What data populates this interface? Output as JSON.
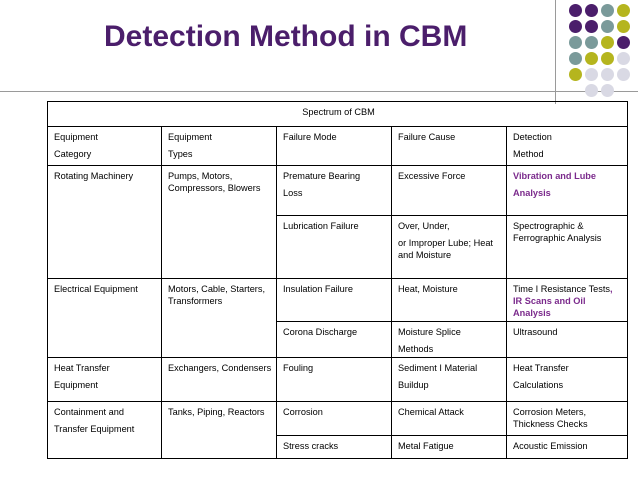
{
  "title": "Detection Method in CBM",
  "colors": {
    "title": "#4b1e6b",
    "accent": "#7b2a8c",
    "dot_purple": "#4b1e6b",
    "dot_gray": "#7a9a9a",
    "dot_olive": "#b5b51e",
    "dot_light": "#d9d9e4"
  },
  "table": {
    "caption": "Spectrum of CBM",
    "headers": [
      {
        "l1": "Equipment",
        "l2": "Category"
      },
      {
        "l1": "Equipment",
        "l2": "Types"
      },
      {
        "l1": "Failure Mode",
        "l2": ""
      },
      {
        "l1": "Failure Cause",
        "l2": ""
      },
      {
        "l1": "Detection",
        "l2": "Method"
      }
    ],
    "rotating": {
      "category": "Rotating Machinery",
      "types": "Pumps, Motors, Compressors, Blowers",
      "rows": [
        {
          "mode_l1": "Premature Bearing",
          "mode_l2": "Loss",
          "cause": "Excessive Force",
          "method_l1": "Vibration and Lube",
          "method_l2": "Analysis"
        },
        {
          "mode": "Lubrication Failure",
          "cause_l1": "Over, Under,",
          "cause_l2": "or Improper Lube; Heat and Moisture",
          "method": "Spectrographic & Ferrographic Analysis"
        }
      ]
    },
    "electrical": {
      "category": "Electrical Equipment",
      "types": "Motors, Cable, Starters, Transformers",
      "rows": [
        {
          "mode": "Insulation Failure",
          "cause": "Heat, Moisture",
          "method_a": "Time I Resistance",
          "method_b": "Tests",
          "method_c": ", IR Scans and Oil Analysis"
        },
        {
          "mode": "Corona Discharge",
          "cause_l1": "Moisture Splice",
          "cause_l2": "Methods",
          "method": "Ultrasound"
        }
      ]
    },
    "heat": {
      "category_l1": "Heat Transfer",
      "category_l2": "Equipment",
      "types": "Exchangers, Condensers",
      "mode": "Fouling",
      "cause_l1": "Sediment I Material",
      "cause_l2": "Buildup",
      "method_l1": "Heat Transfer",
      "method_l2": "Calculations"
    },
    "containment": {
      "category_l1": "Containment and",
      "category_l2": "Transfer Equipment",
      "types": "Tanks, Piping, Reactors",
      "rows": [
        {
          "mode": "Corrosion",
          "cause": "Chemical Attack",
          "method": "Corrosion Meters, Thickness Checks"
        },
        {
          "mode": "Stress cracks",
          "cause": "Metal Fatigue",
          "method": "Acoustic Emission"
        }
      ]
    }
  }
}
